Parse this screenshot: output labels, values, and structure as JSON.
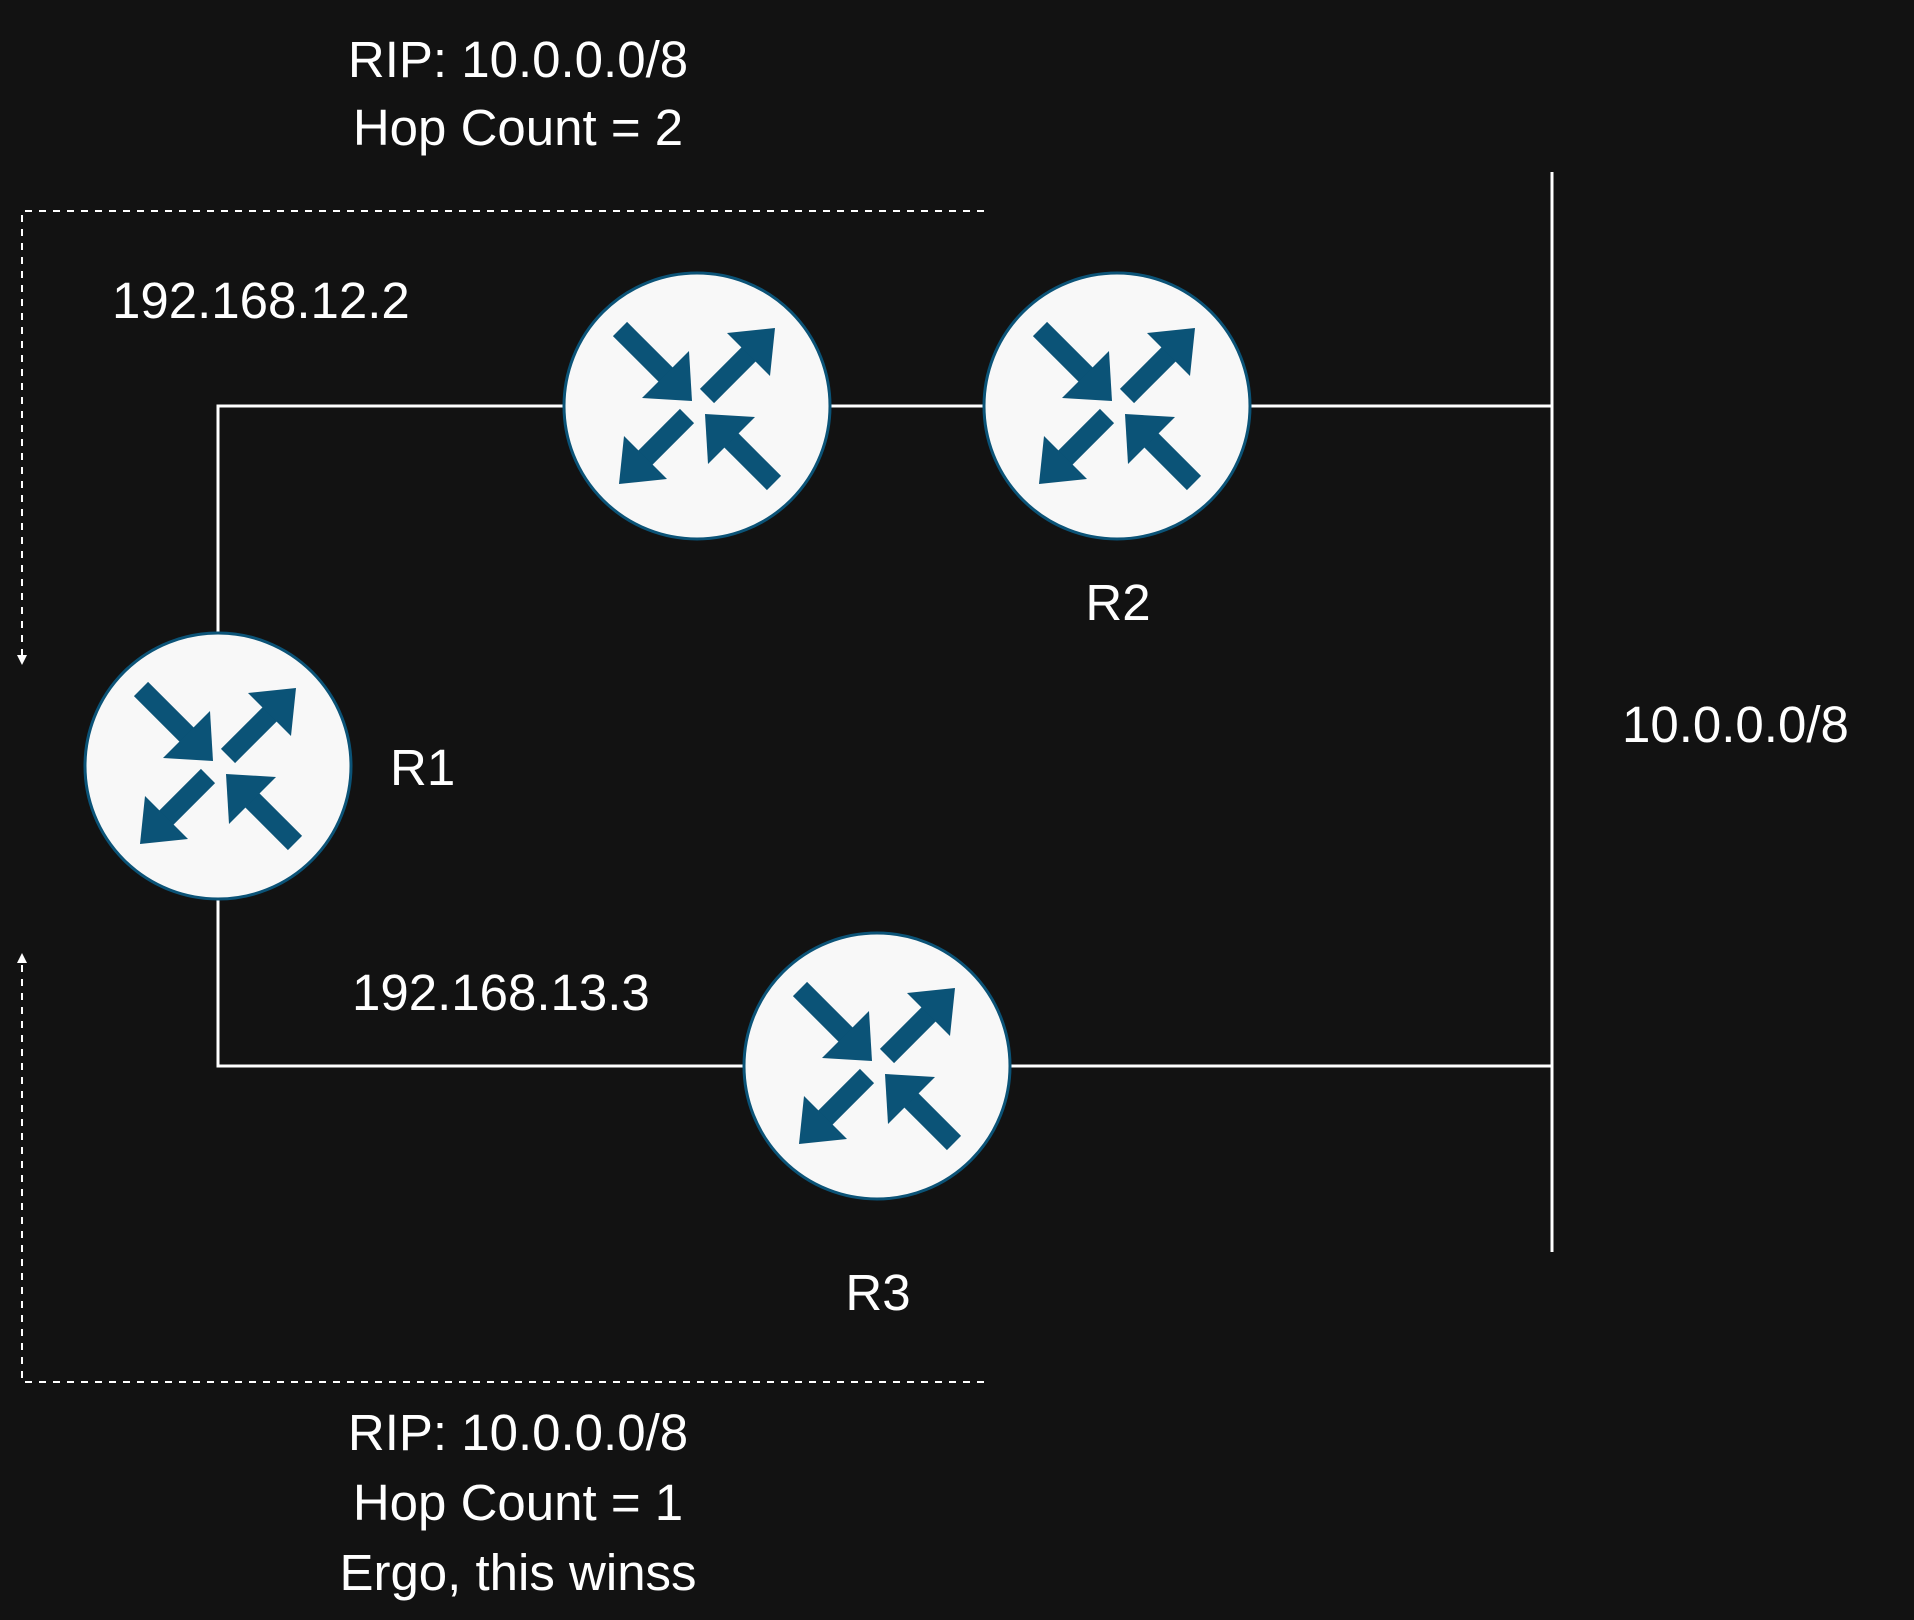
{
  "labels": {
    "top_rip": "RIP: 10.0.0.0/8",
    "top_hop": "Hop Count = 2",
    "ip_r2_link": "192.168.12.2",
    "ip_r3_link": "192.168.13.3",
    "network": "10.0.0.0/8",
    "r1": "R1",
    "r2": "R2",
    "r3": "R3",
    "bottom_rip": "RIP: 10.0.0.0/8",
    "bottom_hop": "Hop Count = 1",
    "bottom_note": "Ergo, this winss"
  },
  "colors": {
    "background": "#121212",
    "line": "#ffffff",
    "router_fill": "#f8f8f8",
    "router_icon": "#0b5377"
  },
  "icons": {
    "router": "router-icon"
  }
}
